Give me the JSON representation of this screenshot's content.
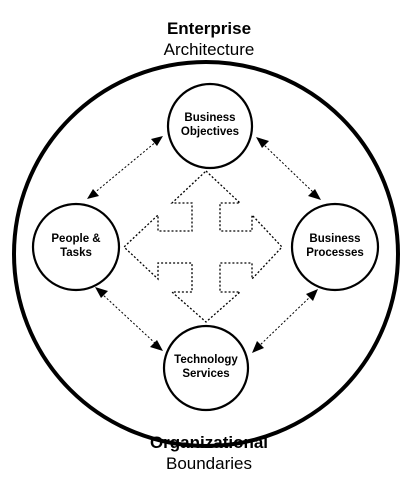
{
  "header": {
    "title": "Enterprise",
    "subtitle": "Architecture"
  },
  "footer": {
    "title": "Organizational",
    "subtitle": "Boundaries"
  },
  "nodes": {
    "top": {
      "line1": "Business",
      "line2": "Objectives"
    },
    "left": {
      "line1": "People &",
      "line2": "Tasks"
    },
    "right": {
      "line1": "Business",
      "line2": "Processes"
    },
    "bottom": {
      "line1": "Technology",
      "line2": "Services"
    }
  },
  "colors": {
    "stroke": "#000000",
    "background": "#ffffff"
  }
}
